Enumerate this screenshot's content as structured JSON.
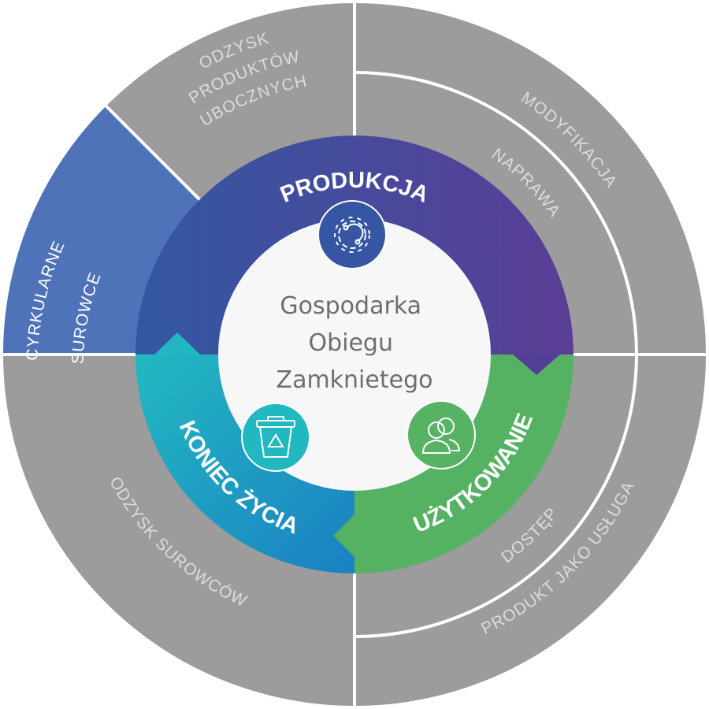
{
  "center": {
    "lines": [
      "Gospodarka",
      "Obiegu",
      "Zamknietego"
    ]
  },
  "ring": {
    "production": "PRODUKCJA",
    "end_of_life": "KONIEC ŻYCIA",
    "usage": "UŻYTKOWANIE"
  },
  "outer": {
    "byproducts": [
      "ODZYSK",
      "PRODUKTÓW",
      "UBOCZNYCH"
    ],
    "circular_materials": [
      "CYRKULARNE",
      "SUROWCE"
    ],
    "modification": "MODYFIKACJA",
    "repair": "NAPRAWA",
    "material_recovery": "ODZYSK SUROWCÓW",
    "access": "DOSTĘP",
    "product_as_service": "PRODUKT JAKO USŁUGA"
  },
  "icons": {
    "production": "gear-icon",
    "end_of_life": "recycle-bin-icon",
    "usage": "people-icon"
  },
  "colors": {
    "gray": "#9c9c9c",
    "blue_sector": "#4f73b8",
    "production_start": "#3358a2",
    "production_end": "#5a3d95",
    "teal_start": "#22b9c1",
    "teal_end": "#1a80c2",
    "green": "#55b262"
  }
}
